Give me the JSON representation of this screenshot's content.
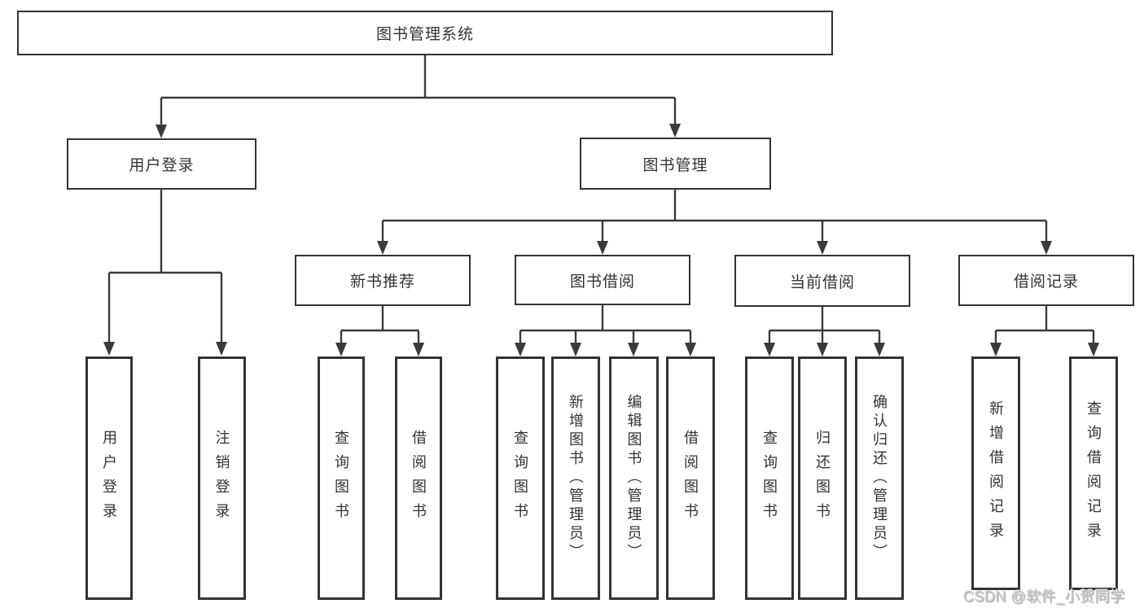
{
  "diagram": {
    "title": "图书管理系统",
    "nodes": {
      "root": "图书管理系统",
      "user_login": "用户登录",
      "book_management": "图书管理",
      "new_book_recommend": "新书推荐",
      "book_borrow": "图书借阅",
      "current_borrow": "当前借阅",
      "borrow_records": "借阅记录",
      "leaf_user_login": "用户登录",
      "leaf_logout": "注销登录",
      "leaf_recommend_query_books": "查询图书",
      "leaf_recommend_borrow_books": "借阅图书",
      "leaf_borrow_query_books": "查询图书",
      "leaf_borrow_add_books_admin": "新增图书（管理员）",
      "leaf_borrow_edit_books_admin": "编辑图书（管理员）",
      "leaf_borrow_borrow_books": "借阅图书",
      "leaf_current_query_books": "查询图书",
      "leaf_current_return_books": "归还图书",
      "leaf_current_confirm_return_admin": "确认归还（管理员）",
      "leaf_records_add_record": "新增借阅记录",
      "leaf_records_query_record": "查询借阅记录"
    },
    "watermark": "CSDN @软件_小贺同学",
    "colors": {
      "line": "#3a3a3a",
      "box_border": "#333333",
      "text": "#333333",
      "watermark": "#c9c9c9",
      "background": "#ffffff"
    }
  }
}
